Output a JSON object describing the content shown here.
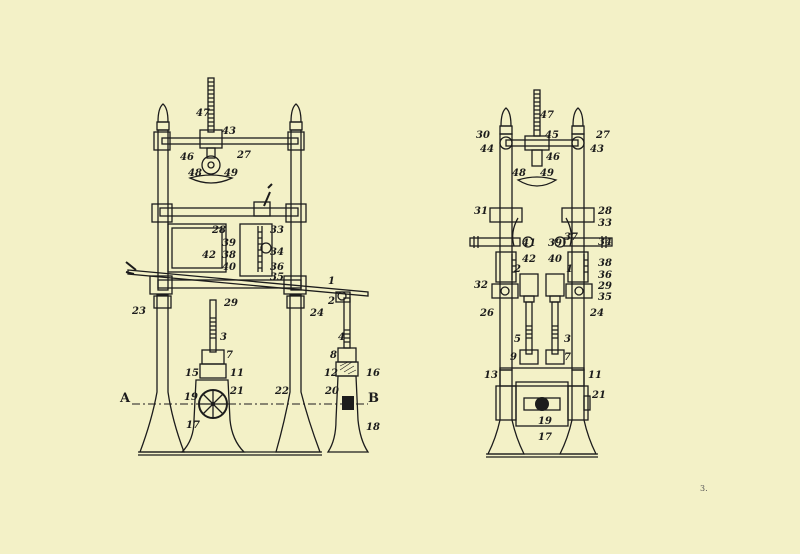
{
  "page": {
    "number": "3."
  },
  "left_figure": {
    "section_letters": {
      "a": "A",
      "b": "B"
    },
    "labels": {
      "n47": "47",
      "n43": "43",
      "n46": "46",
      "n27": "27",
      "n48": "48",
      "n49": "49",
      "n28": "28",
      "n33": "33",
      "n39": "39",
      "n38": "38",
      "n34": "34",
      "n42": "42",
      "n40": "40",
      "n36": "36",
      "n35": "35",
      "n1": "1",
      "n2": "2",
      "n29": "29",
      "n23": "23",
      "n24": "24",
      "n3": "3",
      "n4": "4",
      "n7": "7",
      "n8": "8",
      "n15": "15",
      "n11": "11",
      "n12": "12",
      "n16": "16",
      "n21": "21",
      "n19": "19",
      "n22": "22",
      "n20": "20",
      "n17": "17",
      "n18": "18"
    }
  },
  "right_figure": {
    "labels": {
      "n47": "47",
      "n30": "30",
      "n45": "45",
      "n27": "27",
      "n44": "44",
      "n43": "43",
      "n46": "46",
      "n48": "48",
      "n49": "49",
      "n31": "31",
      "n28": "28",
      "n33": "33",
      "n41": "41",
      "n37": "37",
      "n34": "34",
      "n39": "39",
      "n42": "42",
      "n40": "40",
      "n38": "38",
      "n2": "2",
      "n1": "1",
      "n36": "36",
      "n32": "32",
      "n35": "35",
      "n29": "29",
      "n26": "26",
      "n24": "24",
      "n5": "5",
      "n3": "3",
      "n9": "9",
      "n7": "7",
      "n13": "13",
      "n11": "11",
      "n21": "21",
      "n19": "19",
      "n17": "17"
    }
  }
}
